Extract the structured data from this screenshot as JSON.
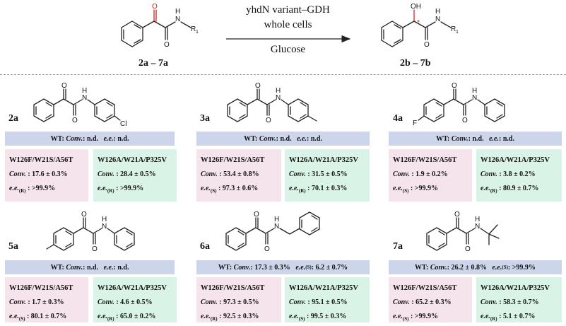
{
  "header": {
    "substrate_label": "2a – 7a",
    "product_label": "2b – 7b",
    "reagent_top": "yhdN variant–GDH",
    "reagent_mid": "whole cells",
    "reagent_bottom": "Glucose",
    "atoms": {
      "O": "O",
      "OH": "OH",
      "N": "N",
      "H": "H",
      "R": "R",
      "R_sub": "1",
      "star": "*"
    }
  },
  "panels": [
    {
      "id": "2a",
      "wt": {
        "prefix": "WT: ",
        "conv_label": "Conv.",
        "conv_value": " : n.d.",
        "ee_label": "e.e.",
        "ee_value": " : n.d."
      },
      "left": {
        "mutant": "W126F/W21S/A56T",
        "conv_label": "Conv.",
        "conv_value": " : 17.6 ± 0.3%",
        "ee_label": "e.e.",
        "ee_sub": "(R)",
        "ee_value": " : >99.9%"
      },
      "right": {
        "mutant": "W126A/W21A/P325V",
        "conv_label": "Conv.",
        "conv_value": " : 28.4 ± 0.5%",
        "ee_label": "e.e.",
        "ee_sub": "(R)",
        "ee_value": " : >99.9%"
      },
      "atom_sub": "Cl"
    },
    {
      "id": "3a",
      "wt": {
        "prefix": "WT: ",
        "conv_label": "Conv.",
        "conv_value": " : n.d.",
        "ee_label": "e.e.",
        "ee_value": " : n.d."
      },
      "left": {
        "mutant": "W126F/W21S/A56T",
        "conv_label": "Conv.",
        "conv_value": " : 53.4 ± 0.8%",
        "ee_label": "e.e.",
        "ee_sub": "(S)",
        "ee_value": " : 97.3 ± 0.6%"
      },
      "right": {
        "mutant": "W126A/W21A/P325V",
        "conv_label": "Conv.",
        "conv_value": " : 31.5 ± 0.5%",
        "ee_label": "e.e.",
        "ee_sub": "(R)",
        "ee_value": " : 70.1 ± 0.3%"
      }
    },
    {
      "id": "4a",
      "wt": {
        "prefix": "WT: ",
        "conv_label": "Conv.",
        "conv_value": " : n.d.",
        "ee_label": "e.e.",
        "ee_value": " : n.d."
      },
      "left": {
        "mutant": "W126F/W21S/A56T",
        "conv_label": "Conv.",
        "conv_value": " : 1.9 ± 0.2%",
        "ee_label": "e.e.",
        "ee_sub": "(S)",
        "ee_value": " : >99.9%"
      },
      "right": {
        "mutant": "W126A/W21A/P325V",
        "conv_label": "Conv.",
        "conv_value": " : 3.8 ± 0.2%",
        "ee_label": "e.e.",
        "ee_sub": "(R)",
        "ee_value": " : 80.9 ± 0.7%"
      },
      "atom_sub": "F"
    },
    {
      "id": "5a",
      "wt": {
        "prefix": "WT: ",
        "conv_label": "Conv.",
        "conv_value": " : n.d.",
        "ee_label": "e.e.",
        "ee_value": " : n.d."
      },
      "left": {
        "mutant": "W126F/W21S/A56T",
        "conv_label": "Conv.",
        "conv_value": " : 1.7 ± 0.3%",
        "ee_label": "e.e.",
        "ee_sub": "(S)",
        "ee_value": " : 80.1 ± 0.7%"
      },
      "right": {
        "mutant": "W126A/W21A/P325V",
        "conv_label": "Conv.",
        "conv_value": " : 4.6 ± 0.5%",
        "ee_label": "e.e.",
        "ee_sub": "(R)",
        "ee_value": " : 65.0 ± 0.2%"
      }
    },
    {
      "id": "6a",
      "wt": {
        "prefix": "WT: ",
        "conv_label": "Conv.",
        "conv_value": " : 17.3 ± 0.3%",
        "ee_label": "e.e.",
        "ee_sub": "(S)",
        "ee_value": " : 6.2 ± 0.7%"
      },
      "left": {
        "mutant": "W126F/W21S/A56T",
        "conv_label": "Conv.",
        "conv_value": " : 97.3 ± 0.5%",
        "ee_label": "e.e.",
        "ee_sub": "(R)",
        "ee_value": " : 92.5 ± 0.3%"
      },
      "right": {
        "mutant": "W126A/W21A/P325V",
        "conv_label": "Conv.",
        "conv_value": " : 95.1 ± 0.5%",
        "ee_label": "e.e.",
        "ee_sub": "(S)",
        "ee_value": " : 99.5 ± 0.3%"
      }
    },
    {
      "id": "7a",
      "wt": {
        "prefix": "WT: ",
        "conv_label": "Conv.",
        "conv_value": " : 26.2 ± 0.8%",
        "ee_label": "e.e.",
        "ee_sub": "(S)",
        "ee_value": " :  >99.9%"
      },
      "left": {
        "mutant": "W126F/W21S/A56T",
        "conv_label": "Conv.",
        "conv_value": " : 65.2 ± 0.3%",
        "ee_label": "e.e.",
        "ee_sub": "(S)",
        "ee_value": " : >99.9%"
      },
      "right": {
        "mutant": "W126A/W21A/P325V",
        "conv_label": "Conv.",
        "conv_value": " : 58.3 ± 0.7%",
        "ee_label": "e.e.",
        "ee_sub": "(R)",
        "ee_value": " : 5.1 ± 0.7%"
      }
    }
  ]
}
